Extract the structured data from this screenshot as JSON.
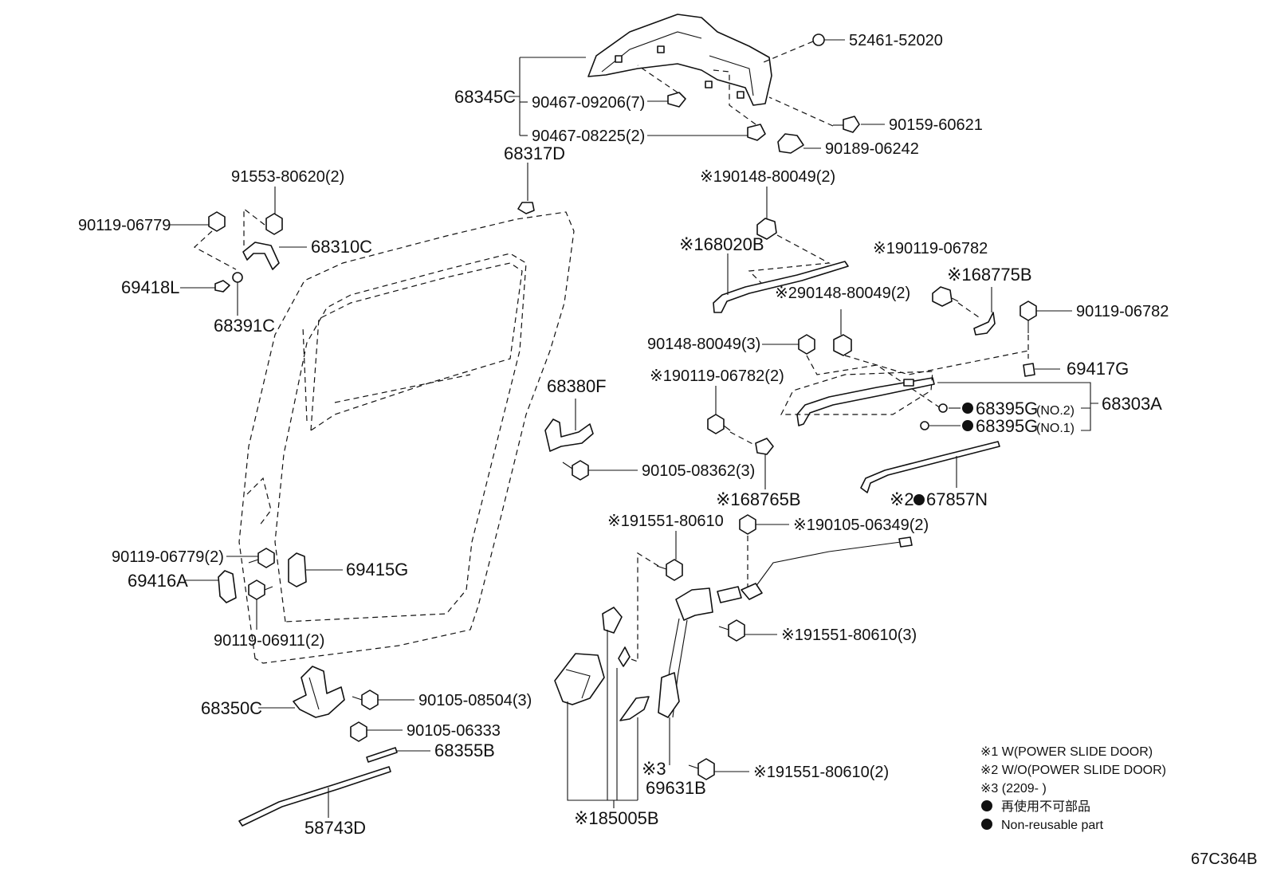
{
  "diagram_id": "67C364B",
  "labels": {
    "p52461": "52461-52020",
    "p68345C": "68345C",
    "p90467a": "90467-09206(7)",
    "p90467b": "90467-08225(2)",
    "p90159": "90159-60621",
    "p90189": "90189-06242",
    "p68317D": "68317D",
    "p91553": "91553-80620(2)",
    "p90119a": "90119-06779",
    "p68310C": "68310C",
    "p69418L": "69418L",
    "p68391C": "68391C",
    "p90148a": "※190148-80049(2)",
    "p68020B": "※168020B",
    "p90119b": "※190119-06782",
    "p68775B": "※168775B",
    "p90148b": "※290148-80049(2)",
    "p90119c": "90119-06782",
    "p90148c": "90148-80049(3)",
    "p69417G": "69417G",
    "p90119d": "※190119-06782(2)",
    "p68395G2": "68395G",
    "p68395G2n": "(NO.2)",
    "p68395G1": "68395G",
    "p68395G1n": "(NO.1)",
    "p68303A": "68303A",
    "p68380F": "68380F",
    "p90105a": "90105-08362(3)",
    "p68765B": "※168765B",
    "p67857N": "※2",
    "p67857Nb": "67857N",
    "p91551a": "※191551-80610",
    "p90105b": "※190105-06349(2)",
    "p90119e": "90119-06779(2)",
    "p69415G": "69415G",
    "p69416A": "69416A",
    "p90119f": "90119-06911(2)",
    "p91551b": "※191551-80610(3)",
    "p68350C": "68350C",
    "p90105c": "90105-08504(3)",
    "p90105d": "90105-06333",
    "p68355B": "68355B",
    "p58743D": "58743D",
    "p69631B_note": "※3",
    "p69631B": "69631B",
    "p91551c": "※191551-80610(2)",
    "p85005B": "※185005B"
  },
  "legend": {
    "n1": "※1 W(POWER SLIDE DOOR)",
    "n2": "※2 W/O(POWER SLIDE DOOR)",
    "n3": "※3 (2209-        )",
    "n4": "再使用不可部品",
    "n5": "Non-reusable part"
  }
}
